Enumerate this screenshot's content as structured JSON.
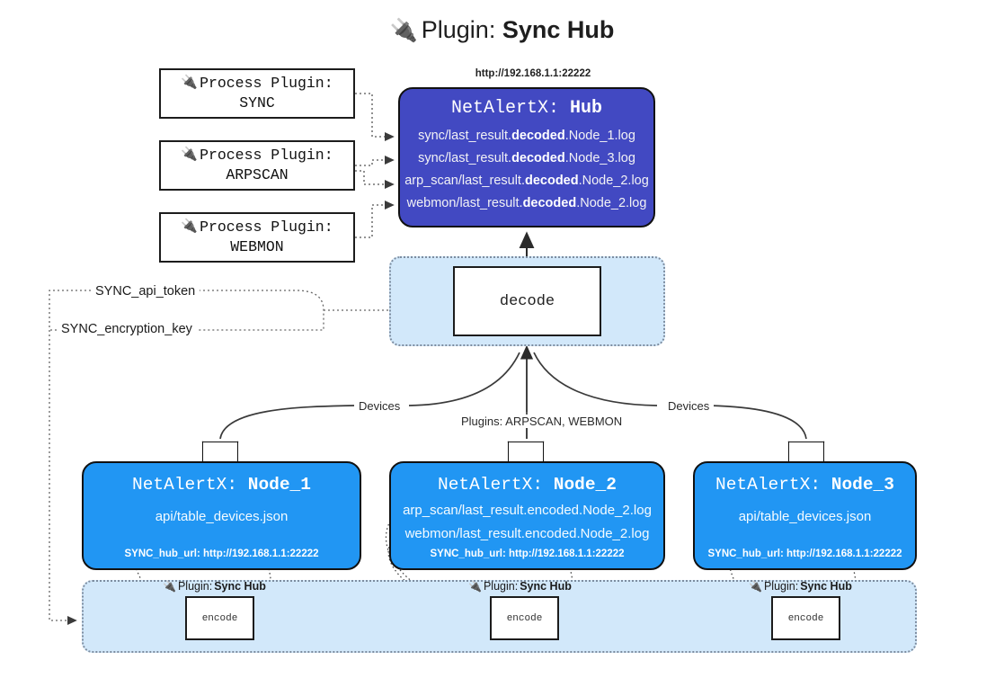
{
  "title": {
    "icon": "plug-icon",
    "prefix": "Plugin:",
    "name": "Sync Hub"
  },
  "process_plugins": [
    {
      "icon": "plug-icon",
      "caption": "Process Plugin:",
      "name": "SYNC"
    },
    {
      "icon": "plug-icon",
      "caption": "Process Plugin:",
      "name": "ARPSCAN"
    },
    {
      "icon": "plug-icon",
      "caption": "Process Plugin:",
      "name": "WEBMON"
    }
  ],
  "hub": {
    "url": "http://192.168.1.1:22222",
    "prefix": "NetAlertX:",
    "name": "Hub",
    "logs": [
      {
        "pre": "sync/last_result.",
        "strong": "decoded",
        "post": ".Node_1.log"
      },
      {
        "pre": "sync/last_result.",
        "strong": "decoded",
        "post": ".Node_3.log"
      },
      {
        "pre": "arp_scan/last_result.",
        "strong": "decoded",
        "post": ".Node_2.log"
      },
      {
        "pre": "webmon/last_result.",
        "strong": "decoded",
        "post": ".Node_2.log"
      }
    ]
  },
  "decode": {
    "label": "decode"
  },
  "secrets": {
    "api_token": "SYNC_api_token",
    "encryption_key": "SYNC_encryption_key"
  },
  "edge_labels": {
    "devices_left": "Devices",
    "devices_right": "Devices",
    "plugins_mid": "Plugins: ARPSCAN, WEBMON"
  },
  "nodes": [
    {
      "prefix": "NetAlertX:",
      "name": "Node_1",
      "files": [
        "api/table_devices.json"
      ],
      "footer": "SYNC_hub_url: http://192.168.1.1:22222"
    },
    {
      "prefix": "NetAlertX:",
      "name": "Node_2",
      "files": [
        "arp_scan/last_result.encoded.Node_2.log",
        "webmon/last_result.encoded.Node_2.log"
      ],
      "footer": "SYNC_hub_url: http://192.168.1.1:22222"
    },
    {
      "prefix": "NetAlertX:",
      "name": "Node_3",
      "files": [
        "api/table_devices.json"
      ],
      "footer": "SYNC_hub_url: http://192.168.1.1:22222"
    }
  ],
  "encoders": [
    {
      "icon": "plug-icon",
      "caption_prefix": "Plugin:",
      "caption_name": "Sync Hub",
      "label": "encode"
    },
    {
      "icon": "plug-icon",
      "caption_prefix": "Plugin:",
      "caption_name": "Sync Hub",
      "label": "encode"
    },
    {
      "icon": "plug-icon",
      "caption_prefix": "Plugin:",
      "caption_name": "Sync Hub",
      "label": "encode"
    }
  ],
  "colors": {
    "hub": "#4249c2",
    "node": "#2196f3",
    "band": "#d2e8fa",
    "stroke": "#111111"
  }
}
